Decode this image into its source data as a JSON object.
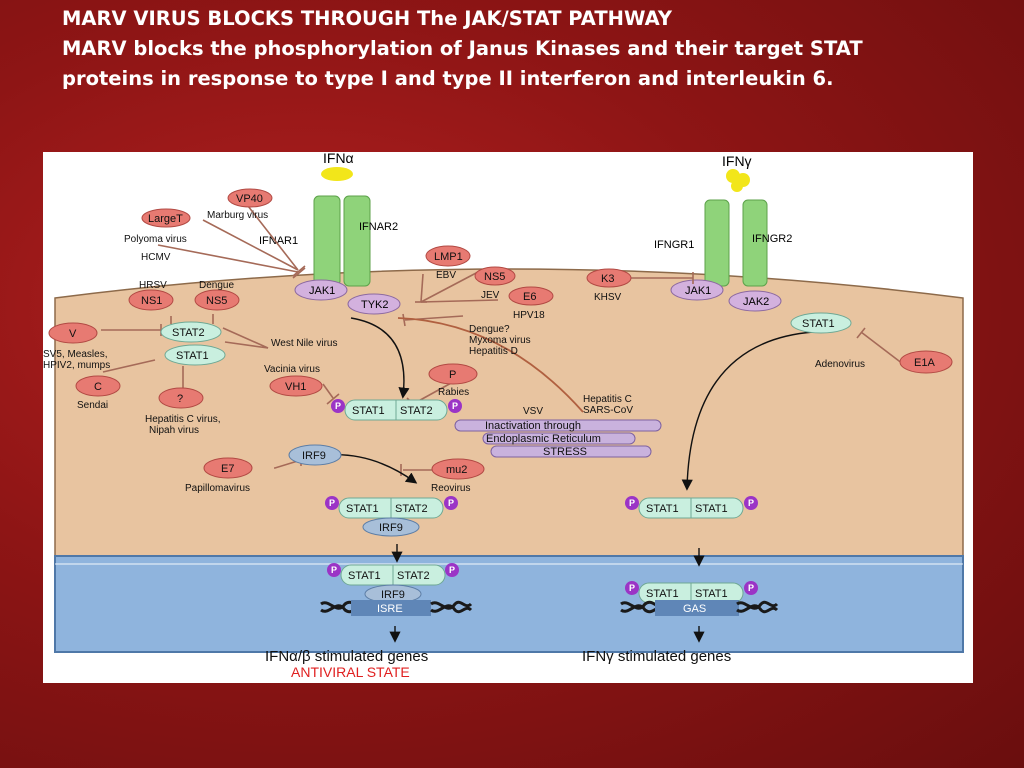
{
  "slide": {
    "heading": "MARV VIRUS BLOCKS THROUGH The JAK/STAT PATHWAY",
    "body_line1": "MARV blocks the phosphorylation of Janus Kinases and their target STAT",
    "body_line2": "proteins in response to type I and type II interferon  and interleukin 6."
  },
  "diagram": {
    "ligand_ifna": "IFNα",
    "ligand_ifng": "IFNγ",
    "receptor_ifnar1": "IFNAR1",
    "receptor_ifnar2": "IFNAR2",
    "receptor_ifngr1": "IFNGR1",
    "receptor_ifngr2": "IFNGR2",
    "jak1": "JAK1",
    "tyk2": "TYK2",
    "jak2": "JAK2",
    "stat1": "STAT1",
    "stat2": "STAT2",
    "irf9": "IRF9",
    "phospho": "P",
    "isre": "ISRE",
    "gas": "GAS",
    "er_line1": "Inactivation through",
    "er_line2": "Endoplasmic Reticulum",
    "er_line3": "STRESS",
    "output_ifna": "IFNα/β stimulated genes",
    "output_ifng": "IFNγ stimulated genes",
    "antiviral_state": "ANTIVIRAL STATE",
    "proteins": {
      "vp40": "VP40",
      "larget": "LargeT",
      "lmp1": "LMP1",
      "ns5": "NS5",
      "e6": "E6",
      "k3": "K3",
      "ns1": "NS1",
      "v": "V",
      "c": "C",
      "q": "?",
      "vh1": "VH1",
      "p": "P",
      "e7": "E7",
      "mu2": "mu2",
      "e1a": "E1A"
    },
    "viruses": {
      "marburg": "Marburg virus",
      "polyoma": "Polyoma virus",
      "hcmv": "HCMV",
      "hrsv": "HRSV",
      "dengue": "Dengue",
      "ebv": "EBV",
      "jev": "JEV",
      "hpv18": "HPV18",
      "khsv": "KHSV",
      "west_nile": "West Nile virus",
      "dengue_q": "Dengue?",
      "myxoma": "Myxoma virus",
      "hep_d": "Hepatitis D",
      "sv5_1": "SV5, Measles,",
      "sv5_2": "HPIV2, mumps",
      "sendai": "Sendai",
      "hep_c_nipah_1": "Hepatitis C virus,",
      "hep_c_nipah_2": "Nipah virus",
      "vacinia": "Vacinia virus",
      "rabies": "Rabies",
      "hep_c": "Hepatitis C",
      "sars": "SARS-CoV",
      "vsv": "VSV",
      "papilloma": "Papillomavirus",
      "reovirus": "Reovirus",
      "adenovirus": "Adenovirus"
    }
  },
  "colors": {
    "cytoplasm": "#e8c4a0",
    "nucleus": "#8fb4dd",
    "receptor": "#8fd37a",
    "viral_protein": "#e77a72",
    "stat": "#c9efdf",
    "kinase": "#d3b1de",
    "phospho": "#9b34c6",
    "irf9": "#a8bfd9",
    "ligand": "#f2e61a",
    "antiviral": "#e02020"
  }
}
